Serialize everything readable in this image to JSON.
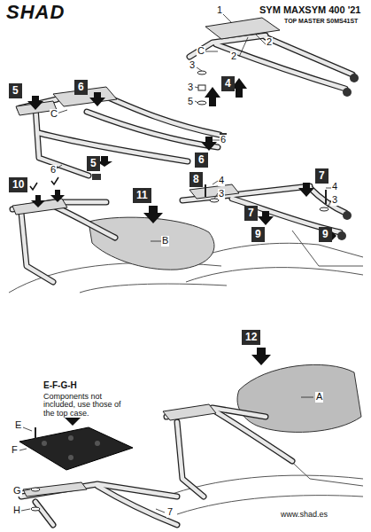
{
  "diagram": {
    "title": "SYM MAXSYM 400 '21",
    "labels": [
      "SHAD",
      "TOP MASTER S0MS41ST",
      "1",
      "2",
      "C",
      "2",
      "3",
      "3",
      "5",
      "4",
      "5",
      "6",
      "C",
      "6",
      "6",
      "6",
      "5",
      "8",
      "4",
      "3",
      "7",
      "7",
      "4",
      "3",
      "9",
      "9",
      "10",
      "11",
      "B",
      "12",
      "A",
      "E-F-G-H",
      "Components not included, use those of the top case.",
      "E",
      "F",
      "G",
      "H",
      "7",
      "www.shad.es"
    ]
  }
}
